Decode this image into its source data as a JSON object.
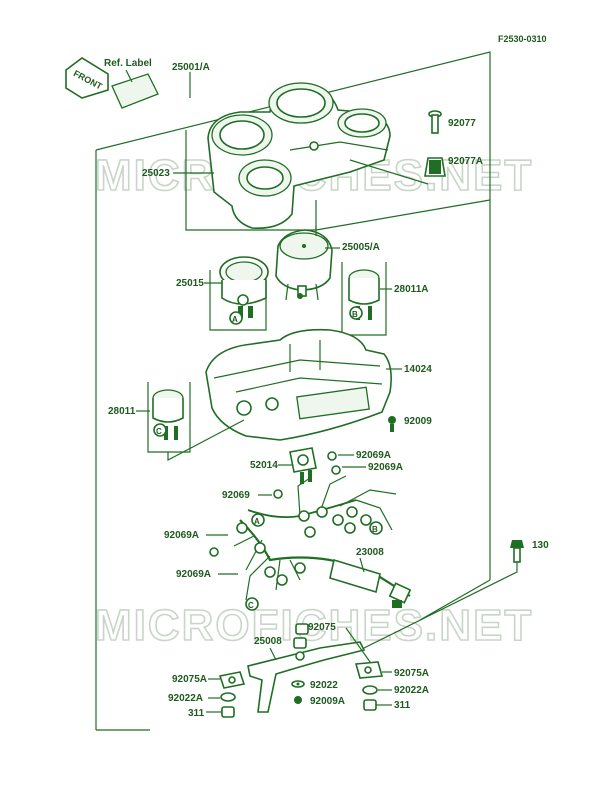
{
  "doc_code": "F2530-0310",
  "front_label": "FRONT",
  "ref_label": "Ref. Label",
  "watermarks": [
    "MICROFICHES.NET",
    "MICROFICHES.NET"
  ],
  "callouts": {
    "c25001A": "25001/A",
    "c92077": "92077",
    "c92077A": "92077A",
    "c25023": "25023",
    "c25005A": "25005/A",
    "c25015": "25015",
    "c28011A": "28011A",
    "c14024": "14024",
    "c28011": "28011",
    "c92009": "92009",
    "c92069A_1": "92069A",
    "c52014": "52014",
    "c92069A_2": "92069A",
    "c92069": "92069",
    "c92069A_3": "92069A",
    "c23008": "23008",
    "c130": "130",
    "c92069A_4": "92069A",
    "c92075": "92075",
    "c25008": "25008",
    "c92075A_L": "92075A",
    "c92075A_R": "92075A",
    "c92022": "92022",
    "c92022A_L": "92022A",
    "c92022A_R": "92022A",
    "c311_L": "311",
    "c311_R": "311",
    "c92009A": "92009A"
  },
  "circle_letters": {
    "a1": "A",
    "b1": "B",
    "c1": "C",
    "a2": "A",
    "b2": "B",
    "c2": "C"
  }
}
